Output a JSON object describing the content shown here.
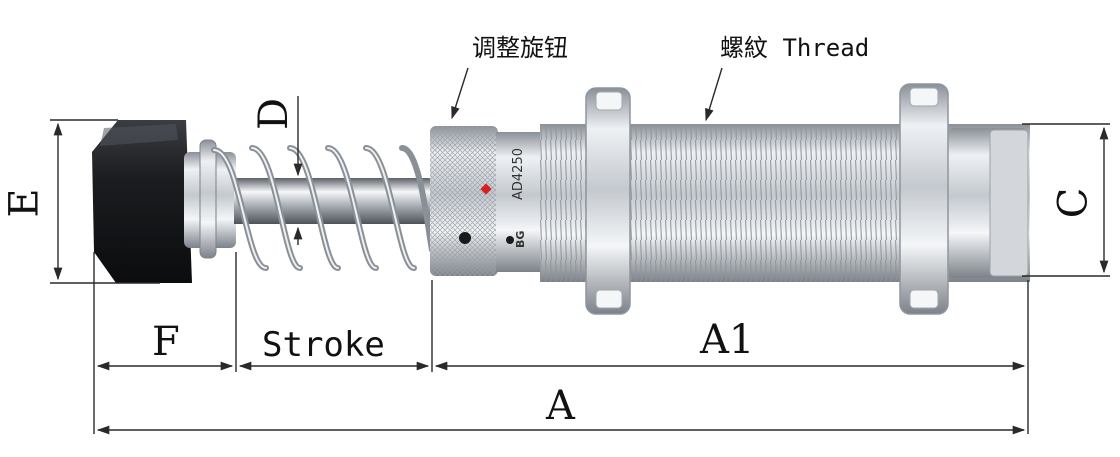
{
  "diagram": {
    "subject": "hydraulic shock absorber",
    "colors": {
      "rubber": "#1a1a1a",
      "steel_light": "#e9ecef",
      "steel_mid": "#b8bdc3",
      "steel_dark": "#6f757c",
      "line": "#2a2a2a",
      "accent_red": "#d62020"
    },
    "callouts": {
      "adjust_knob": "调整旋钮",
      "thread": "螺紋 Thread"
    },
    "dimensions": {
      "E": "E",
      "D": "D",
      "C": "C",
      "F": "F",
      "stroke": "Stroke",
      "A1": "A1",
      "A": "A"
    },
    "body_marking": {
      "model": "AD4250",
      "brand": "BG"
    }
  }
}
